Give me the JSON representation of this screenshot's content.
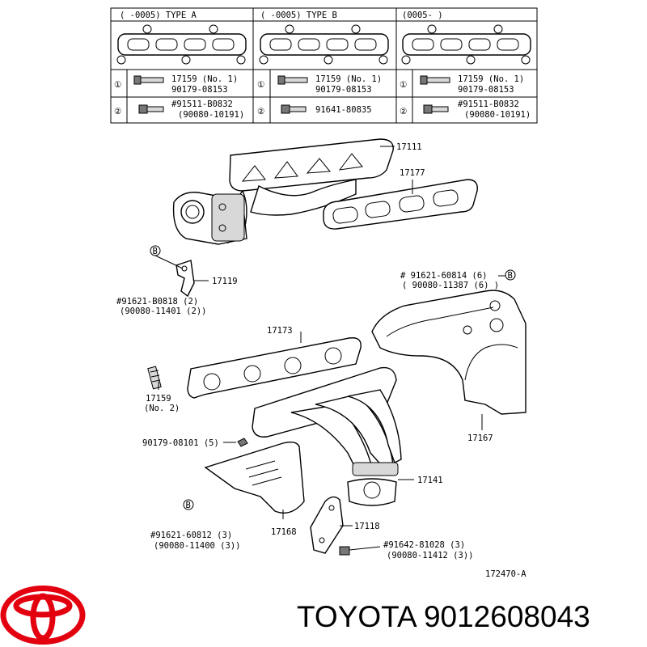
{
  "table": {
    "headers": [
      "(    -0005)  TYPE A",
      "(    -0005)  TYPE B",
      "(0005-      )"
    ],
    "row_markers": [
      "①",
      "②"
    ],
    "columns": [
      {
        "row1": [
          "17159 (No. 1)",
          "90179-08153"
        ],
        "row2": [
          "#91511-B0832",
          "(90080-10191)"
        ]
      },
      {
        "row1": [
          "17159 (No. 1)",
          "90179-08153"
        ],
        "row2": [
          "91641-80835"
        ]
      },
      {
        "row1": [
          "17159 (No. 1)",
          "90179-08153"
        ],
        "row2": [
          "#91511-B0832",
          "(90080-10191)"
        ]
      }
    ]
  },
  "markers": {
    "one": "①",
    "two": "②",
    "b": "B"
  },
  "labels": {
    "p17111": "17111",
    "p17177": "17177",
    "p17119": "17119",
    "bolt_b0818_a": "#91621-B0818 (2)",
    "bolt_b0818_b": "(90080-11401 (2))",
    "bolt_60814_a": "# 91621-60814 (6)",
    "bolt_60814_b": "( 90080-11387 (6) )",
    "p17173": "17173",
    "p17159_a": "17159",
    "p17159_b": "(No. 2)",
    "nut_08101": "90179-08101 (5)",
    "p17167": "17167",
    "p17141": "17141",
    "bolt_60812_a": "#91621-60812 (3)",
    "bolt_60812_b": "(90080-11400 (3))",
    "p17168": "17168",
    "p17118": "17118",
    "bolt_81028_a": "#91642-81028 (3)",
    "bolt_81028_b": "(90080-11412 (3))",
    "fig_code": "172470-A"
  },
  "caption": {
    "brand": "TOYOTA",
    "part_number": "9012608043"
  },
  "colors": {
    "logo_red": "#e3000f",
    "ink": "#000000"
  }
}
